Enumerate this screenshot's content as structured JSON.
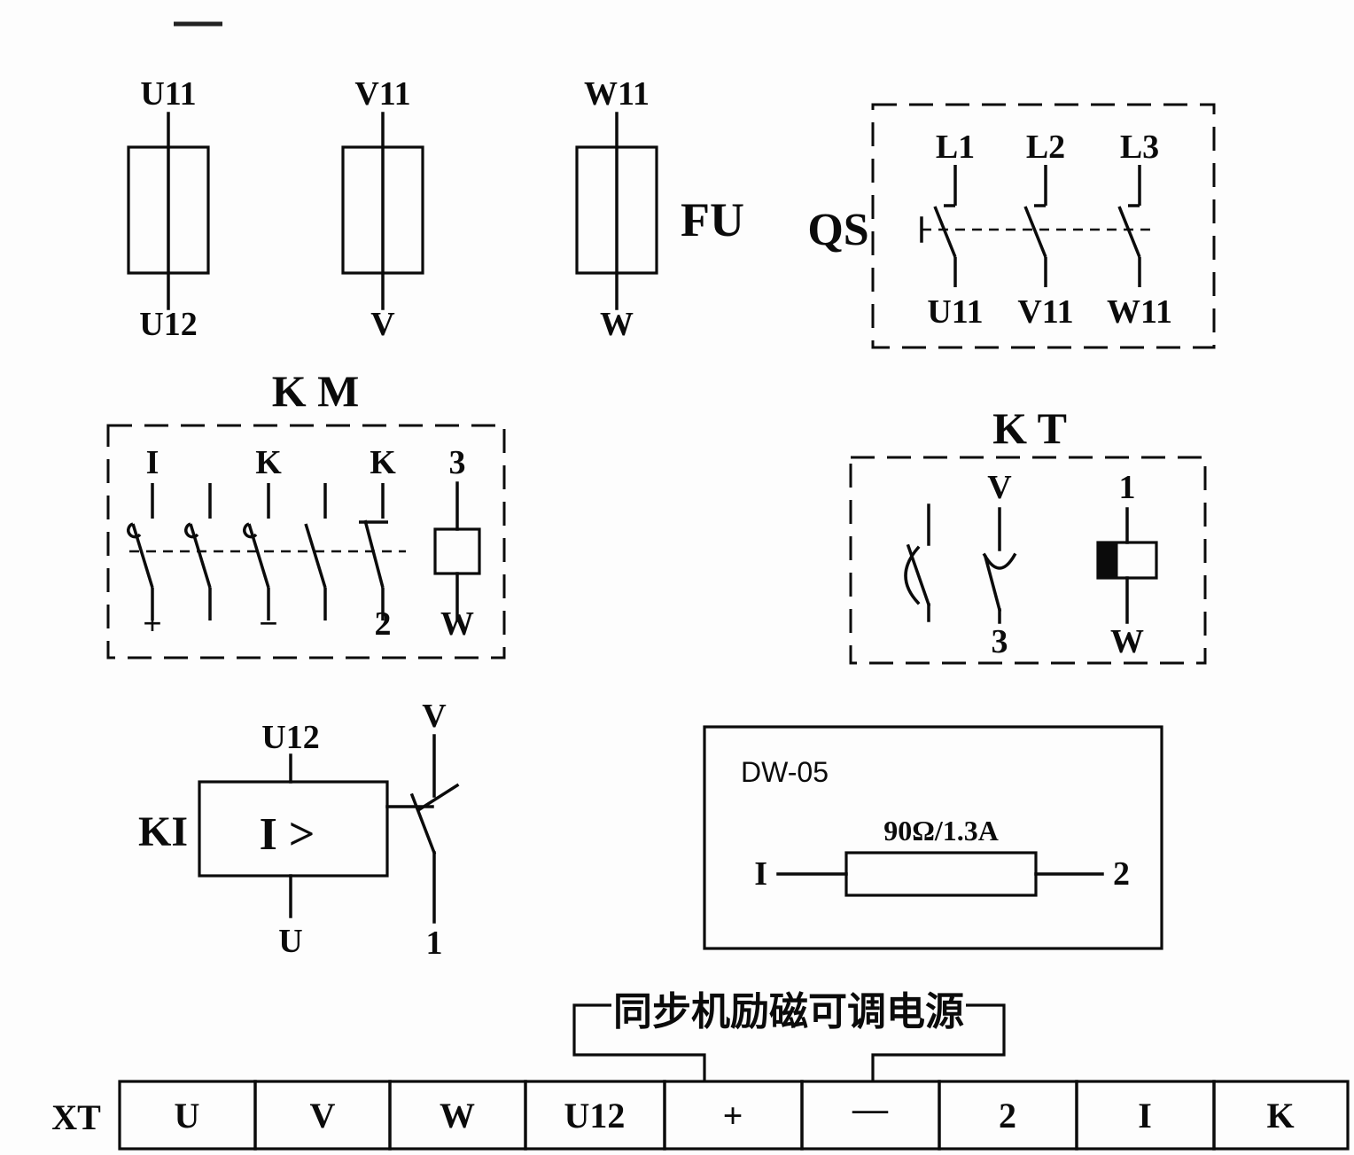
{
  "ink_color": "#0b0b0b",
  "fuses": {
    "fu_label": "FU",
    "items": [
      {
        "top": "U11",
        "bottom": "U12"
      },
      {
        "top": "V11",
        "bottom": "V"
      },
      {
        "top": "W11",
        "bottom": "W"
      }
    ]
  },
  "qs": {
    "label": "QS",
    "top_labels": [
      "L1",
      "L2",
      "L3"
    ],
    "bottom_labels": [
      "U11",
      "V11",
      "W11"
    ]
  },
  "km": {
    "label": "K M",
    "top_labels": [
      "I",
      "K",
      "K",
      "3"
    ],
    "bottom_labels": [
      "+",
      "−",
      "2",
      "W"
    ]
  },
  "kt": {
    "label": "K T",
    "contact_top": "V",
    "contact_bottom": "3",
    "coil_top": "1",
    "coil_bottom": "W"
  },
  "ki": {
    "label": "KI",
    "relay_text": "I >",
    "top": "U12",
    "bottom": "U",
    "contact_top": "V",
    "contact_bottom": "1"
  },
  "dw05": {
    "label": "DW-05",
    "resistor_value": "90Ω/1.3A",
    "left_terminal": "I",
    "right_terminal": "2"
  },
  "excitation_caption": "同步机励磁可调电源",
  "xt": {
    "label": "XT",
    "terminals": [
      "U",
      "V",
      "W",
      "U12",
      "+",
      "—",
      "2",
      "I",
      "K"
    ]
  }
}
